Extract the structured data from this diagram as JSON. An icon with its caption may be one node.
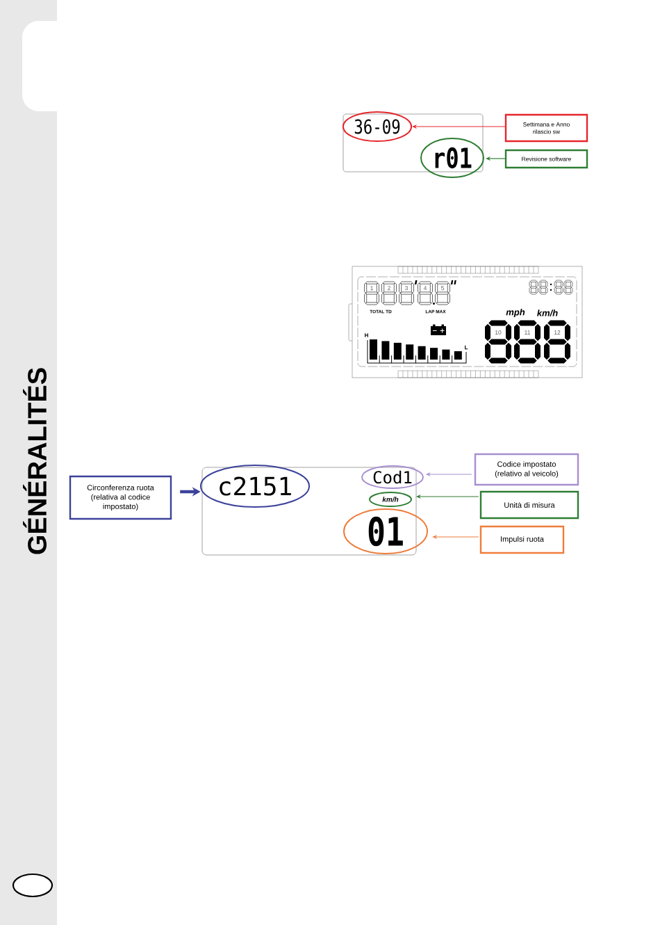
{
  "diagram": {
    "nodes": [
      {
        "text": [
          "36-09"
        ]
      },
      {
        "text": [
          "Settimana e Anno rilascio sw"
        ]
      },
      {
        "text": [
          "r01"
        ]
      },
      {
        "text": [
          "Revisione software"
        ]
      },
      {
        "text": [
          "Circonferenza ruota (relativa al codice impostato)"
        ]
      },
      {
        "text": [
          "c2151"
        ]
      },
      {
        "text": [
          "Cod1"
        ]
      },
      {
        "text": [
          "Codice impostato (relativo al veicolo)"
        ]
      },
      {
        "text": [
          "km/h"
        ]
      },
      {
        "text": [
          "Unità di misura"
        ]
      },
      {
        "text": [
          "01"
        ]
      },
      {
        "text": [
          "Impulsi ruota"
        ]
      }
    ],
    "edges": [
      {
        "from": 1,
        "to": 0,
        "arrow": "to",
        "color": "#e5262d"
      },
      {
        "from": 3,
        "to": 2,
        "arrow": "to",
        "color": "#2e7d32"
      },
      {
        "from": 4,
        "to": 5,
        "arrow": "to",
        "style": "thick",
        "color": "#3b429a"
      },
      {
        "from": 7,
        "to": 6,
        "arrow": "to",
        "color": "#a88fd0"
      },
      {
        "from": 9,
        "to": 8,
        "arrow": "to",
        "color": "#2e7d32"
      },
      {
        "from": 11,
        "to": 10,
        "arrow": "to",
        "color": "#ee7d3b"
      }
    ],
    "labels": [
      "1",
      "2",
      "3",
      "4",
      "5",
      "TOTAL TD",
      "LAP MAX",
      "mph",
      "km/h",
      "H",
      "10",
      "11",
      "12",
      "L",
      "GÉNÉRALITÉS"
    ]
  }
}
